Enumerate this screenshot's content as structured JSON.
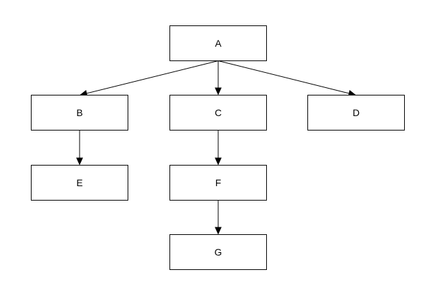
{
  "diagram": {
    "nodes": [
      {
        "id": "A",
        "label": "A"
      },
      {
        "id": "B",
        "label": "B"
      },
      {
        "id": "C",
        "label": "C"
      },
      {
        "id": "D",
        "label": "D"
      },
      {
        "id": "E",
        "label": "E"
      },
      {
        "id": "F",
        "label": "F"
      },
      {
        "id": "G",
        "label": "G"
      }
    ],
    "edges": [
      {
        "from": "A",
        "to": "B"
      },
      {
        "from": "A",
        "to": "C"
      },
      {
        "from": "A",
        "to": "D"
      },
      {
        "from": "B",
        "to": "E"
      },
      {
        "from": "C",
        "to": "F"
      },
      {
        "from": "F",
        "to": "G"
      }
    ],
    "colors": {
      "stroke": "#000000",
      "fill": "#ffffff",
      "text": "#000000"
    }
  }
}
